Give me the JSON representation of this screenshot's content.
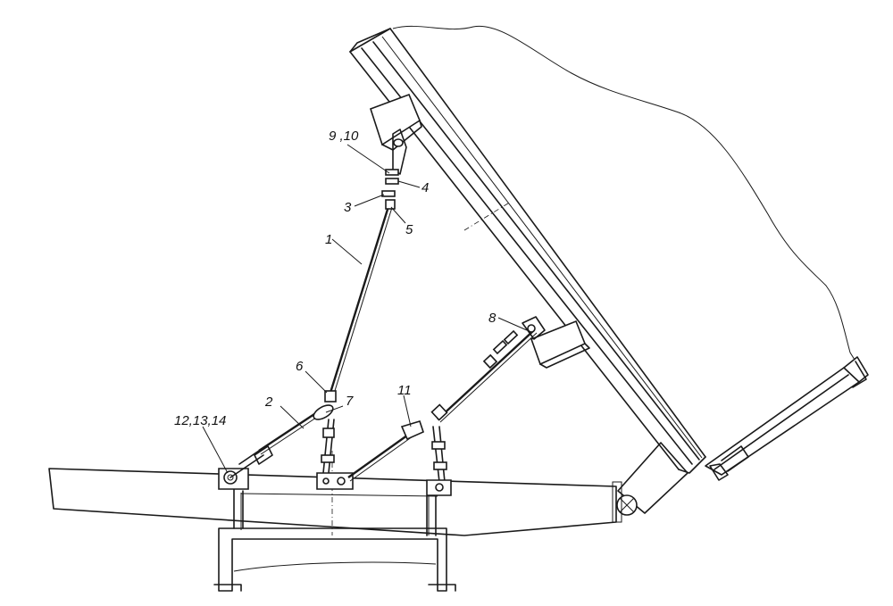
{
  "labels": {
    "c1": "1",
    "c2": "2",
    "c3": "3",
    "c4": "4",
    "c5": "5",
    "c6": "6",
    "c7": "7",
    "c8": "8",
    "c9_10": "9 ,10",
    "c11": "11",
    "c12_14": "12,13,14"
  }
}
